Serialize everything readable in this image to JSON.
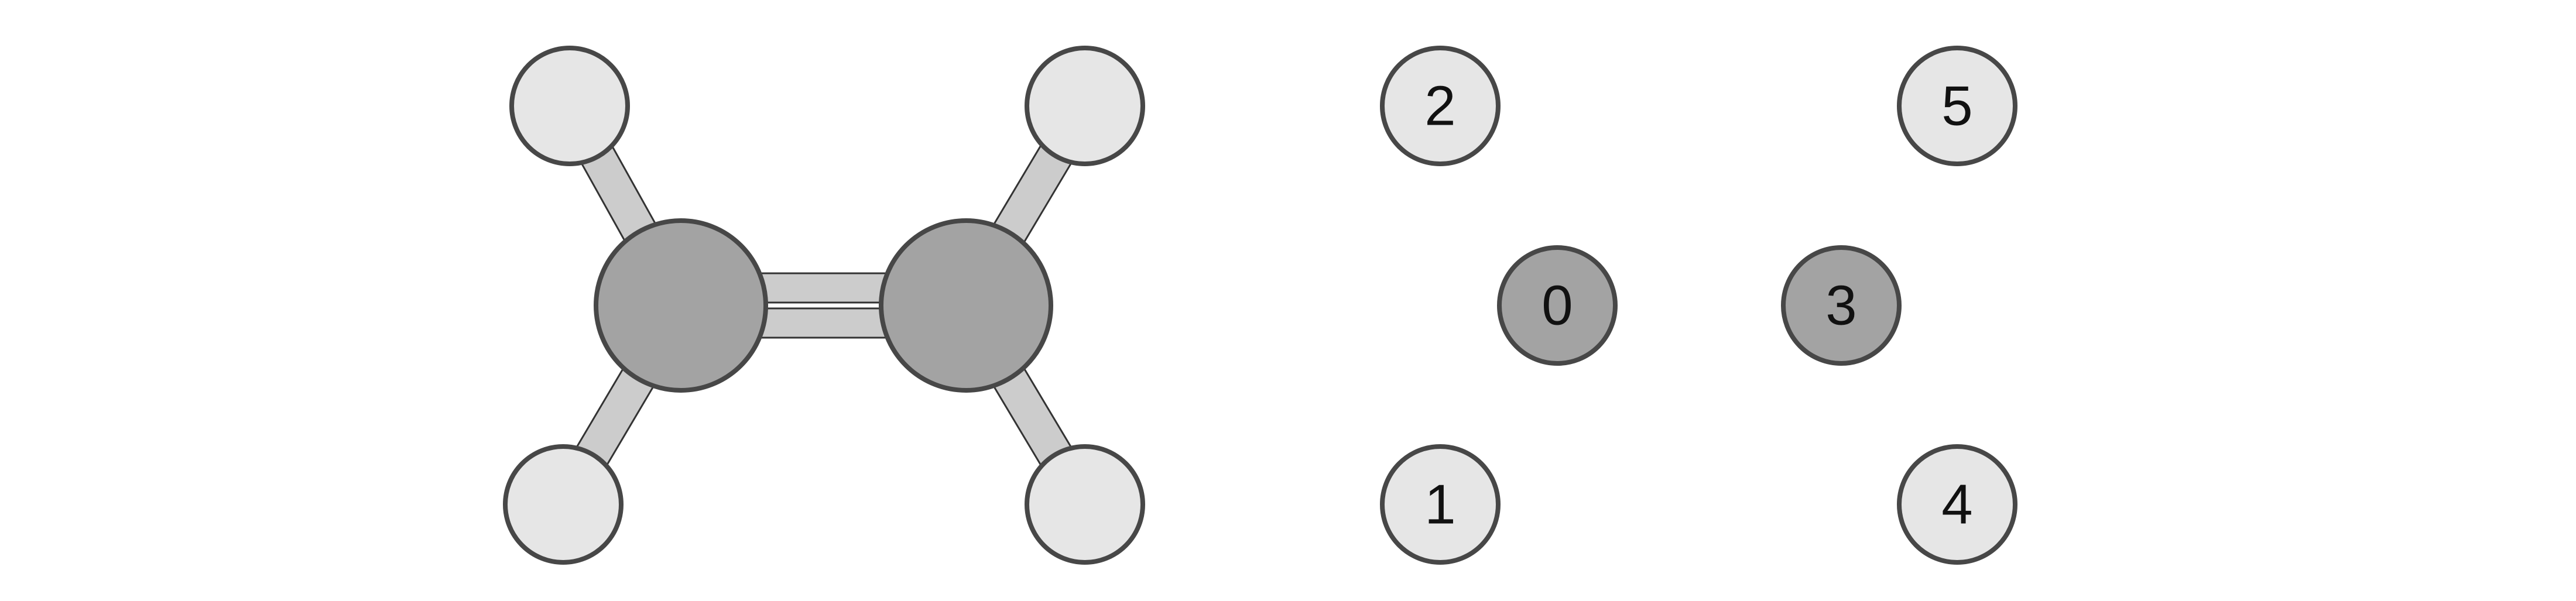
{
  "structure": {
    "carbons": [
      {
        "id": "c-left",
        "kind": "carbon"
      },
      {
        "id": "c-right",
        "kind": "carbon"
      }
    ],
    "hydrogens": [
      {
        "id": "h-top-left",
        "kind": "hydrogen"
      },
      {
        "id": "h-bottom-left",
        "kind": "hydrogen"
      },
      {
        "id": "h-top-right",
        "kind": "hydrogen"
      },
      {
        "id": "h-bottom-right",
        "kind": "hydrogen"
      }
    ],
    "bonds": [
      {
        "from": "c-left",
        "to": "c-right",
        "order": 2
      },
      {
        "from": "c-left",
        "to": "h-top-left",
        "order": 1
      },
      {
        "from": "c-left",
        "to": "h-bottom-left",
        "order": 1
      },
      {
        "from": "c-right",
        "to": "h-top-right",
        "order": 1
      },
      {
        "from": "c-right",
        "to": "h-bottom-right",
        "order": 1
      }
    ]
  },
  "indexed_atoms": [
    {
      "label": "0",
      "kind": "carbon"
    },
    {
      "label": "1",
      "kind": "hydrogen"
    },
    {
      "label": "2",
      "kind": "hydrogen"
    },
    {
      "label": "3",
      "kind": "carbon"
    },
    {
      "label": "4",
      "kind": "hydrogen"
    },
    {
      "label": "5",
      "kind": "hydrogen"
    }
  ],
  "colors": {
    "carbon_fill": "#a3a3a3",
    "hydrogen_fill": "#e6e6e6",
    "bond_fill": "#cccccc",
    "outline": "#474747",
    "bond_outline": "#333333",
    "label": "#111111"
  }
}
